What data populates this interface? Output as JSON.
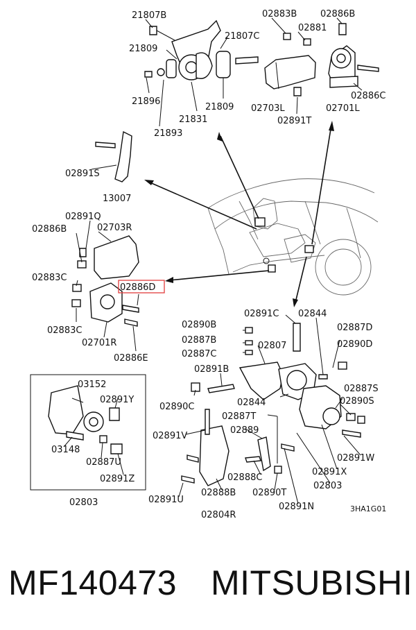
{
  "labels": {
    "l21807b": "21807B",
    "l02883b": "02883B",
    "l02886b": "02886B",
    "l21809a": "21809",
    "l21807c": "21807C",
    "l02881": "02881",
    "l21896": "21896",
    "l21809b": "21809",
    "l02703l": "02703L",
    "l02701l": "02701L",
    "l02886c": "02886C",
    "l21831": "21831",
    "l02891t": "02891T",
    "l21893": "21893",
    "l02891s": "02891S",
    "l13007": "13007",
    "l02891q": "02891Q",
    "l02886b2": "02886B",
    "l02703r": "02703R",
    "l02883c1": "02883C",
    "l02886d": "02886D",
    "l02883c2": "02883C",
    "l02701r": "02701R",
    "l02886e": "02886E",
    "l02891c": "02891C",
    "l02844a": "02844",
    "l02890b": "02890B",
    "l02887b": "02887B",
    "l02887c": "02887C",
    "l02807": "02807",
    "l02887d": "02887D",
    "l02890d": "02890D",
    "l02891b": "02891B",
    "l02890c": "02890C",
    "l02844b": "02844",
    "l02887s": "02887S",
    "l02890s": "02890S",
    "l03152": "03152",
    "l02891y": "02891Y",
    "l03148": "03148",
    "l02887u": "02887U",
    "l02891z": "02891Z",
    "l02803a": "02803",
    "l02887t": "02887T",
    "l02889": "02889",
    "l02891v": "02891V",
    "l02891w": "02891W",
    "l02891x": "02891X",
    "l02888c": "02888C",
    "l02803b": "02803",
    "l02891u": "02891U",
    "l02888b": "02888B",
    "l02890t": "02890T",
    "l02891n": "02891N",
    "l02804r": "02804R",
    "l3ha1g01": "3HA1G01"
  },
  "caption": {
    "part_number": "MF140473",
    "brand": "MITSUBISHI"
  },
  "highlight_color": "#e23b3b"
}
